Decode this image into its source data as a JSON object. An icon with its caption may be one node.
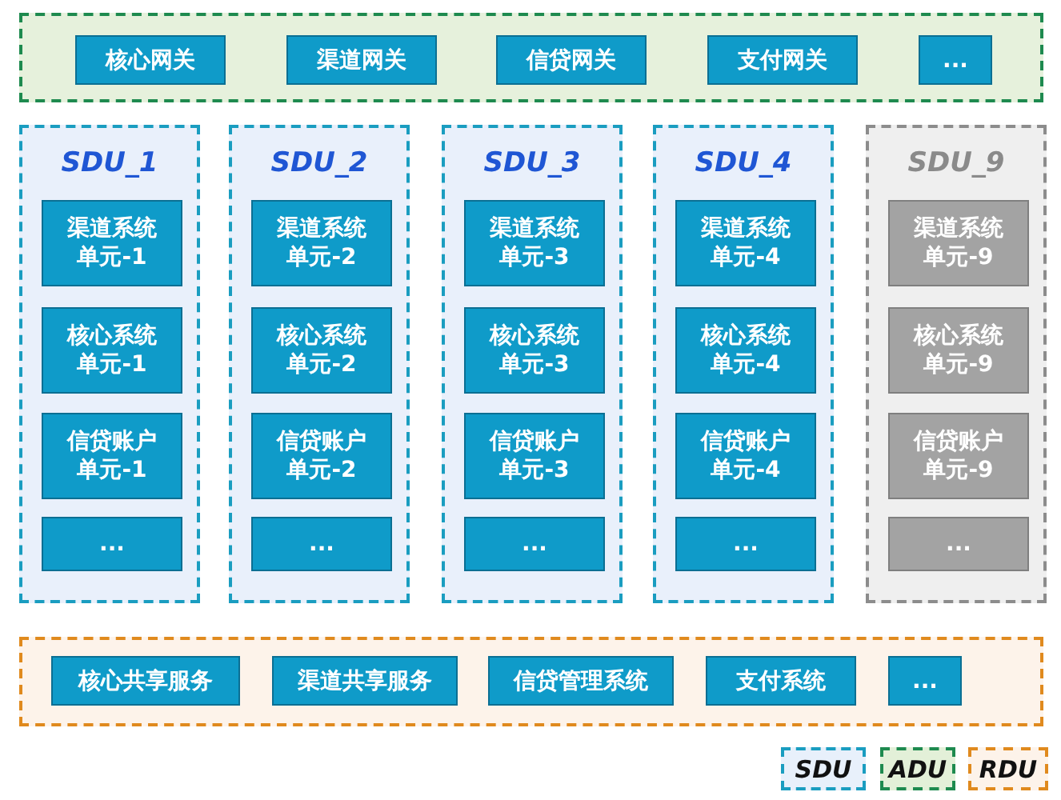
{
  "diagram": {
    "nodes": [
      {
        "text": [],
        "shape": "box"
      },
      {
        "text": [
          "核心网关"
        ],
        "in": 0
      },
      {
        "text": [
          "渠道网关"
        ],
        "in": 0
      },
      {
        "text": [
          "信贷网关"
        ],
        "in": 0
      },
      {
        "text": [
          "支付网关"
        ],
        "in": 0
      },
      {
        "text": [
          "..."
        ],
        "in": 0
      },
      {
        "text": [
          "SDU_1"
        ]
      },
      {
        "text": [
          "渠道系统单元-1"
        ],
        "in": 6
      },
      {
        "text": [
          "核心系统单元-1"
        ],
        "in": 6
      },
      {
        "text": [
          "信贷账户单元-1"
        ],
        "in": 6
      },
      {
        "text": [
          "..."
        ],
        "in": 6
      },
      {
        "text": [
          "SDU_2"
        ]
      },
      {
        "text": [
          "渠道系统单元-2"
        ],
        "in": 11
      },
      {
        "text": [
          "核心系统单元-2"
        ],
        "in": 11
      },
      {
        "text": [
          "信贷账户单元-2"
        ],
        "in": 11
      },
      {
        "text": [
          "..."
        ],
        "in": 11
      },
      {
        "text": [
          "SDU_3"
        ]
      },
      {
        "text": [
          "渠道系统单元-3"
        ],
        "in": 16
      },
      {
        "text": [
          "核心系统单元-3"
        ],
        "in": 16
      },
      {
        "text": [
          "信贷账户单元-3"
        ],
        "in": 16
      },
      {
        "text": [
          "..."
        ],
        "in": 16
      },
      {
        "text": [
          "SDU_4"
        ]
      },
      {
        "text": [
          "渠道系统单元-4"
        ],
        "in": 21
      },
      {
        "text": [
          "核心系统单元-4"
        ],
        "in": 21
      },
      {
        "text": [
          "信贷账户单元-4"
        ],
        "in": 21
      },
      {
        "text": [
          "..."
        ],
        "in": 21
      },
      {
        "text": [
          "SDU_9"
        ]
      },
      {
        "text": [
          "渠道系统单元-9"
        ],
        "in": 26
      },
      {
        "text": [
          "核心系统单元-9"
        ],
        "in": 26
      },
      {
        "text": [
          "信贷账户单元-9"
        ],
        "in": 26
      },
      {
        "text": [
          "..."
        ],
        "in": 26
      },
      {
        "text": [],
        "shape": "box"
      },
      {
        "text": [
          "核心共享服务"
        ],
        "in": 31
      },
      {
        "text": [
          "渠道共享服务"
        ],
        "in": 31
      },
      {
        "text": [
          "信贷管理系统"
        ],
        "in": 31
      },
      {
        "text": [
          "支付系统"
        ],
        "in": 31
      },
      {
        "text": [
          "..."
        ],
        "in": 31
      }
    ],
    "legend": [
      {
        "text": "SDU",
        "color": "#e8f0fb"
      },
      {
        "text": "ADU",
        "color": "#e3f0d8"
      },
      {
        "text": "RDU",
        "color": "#fdf3ea"
      }
    ]
  }
}
